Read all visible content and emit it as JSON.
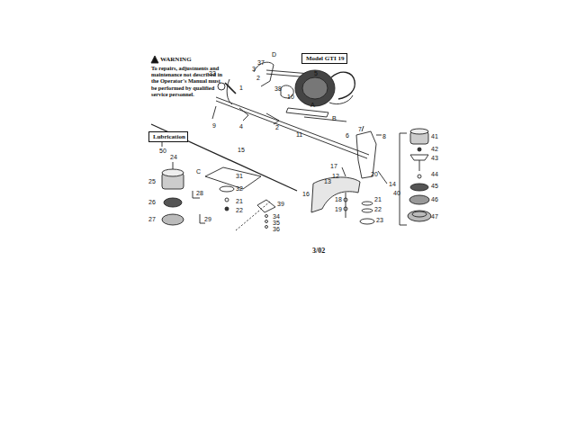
{
  "diagram": {
    "nodes": [
      {
        "text": [
          "Model GTI 19"
        ]
      },
      {
        "text": [
          "Lubrication"
        ]
      }
    ],
    "labels": [
      "WARNING",
      "To repairs, adjustments and maintenance not described in the Operator's Manual must be performed by qualified service personnel.",
      "33",
      "37",
      "3",
      "2",
      "D",
      "5",
      "1",
      "10",
      "9",
      "4",
      "2",
      "A",
      "B",
      "11",
      "38",
      "7",
      "8",
      "6",
      "15",
      "50",
      "24",
      "25",
      "26",
      "27",
      "28",
      "29",
      "C",
      "31",
      "32",
      "21",
      "22",
      "39",
      "34",
      "35",
      "36",
      "17",
      "12",
      "13",
      "14",
      "20",
      "16",
      "18",
      "19",
      "21",
      "22",
      "23",
      "40",
      "41",
      "42",
      "43",
      "44",
      "45",
      "46",
      "47",
      "3/02"
    ]
  }
}
